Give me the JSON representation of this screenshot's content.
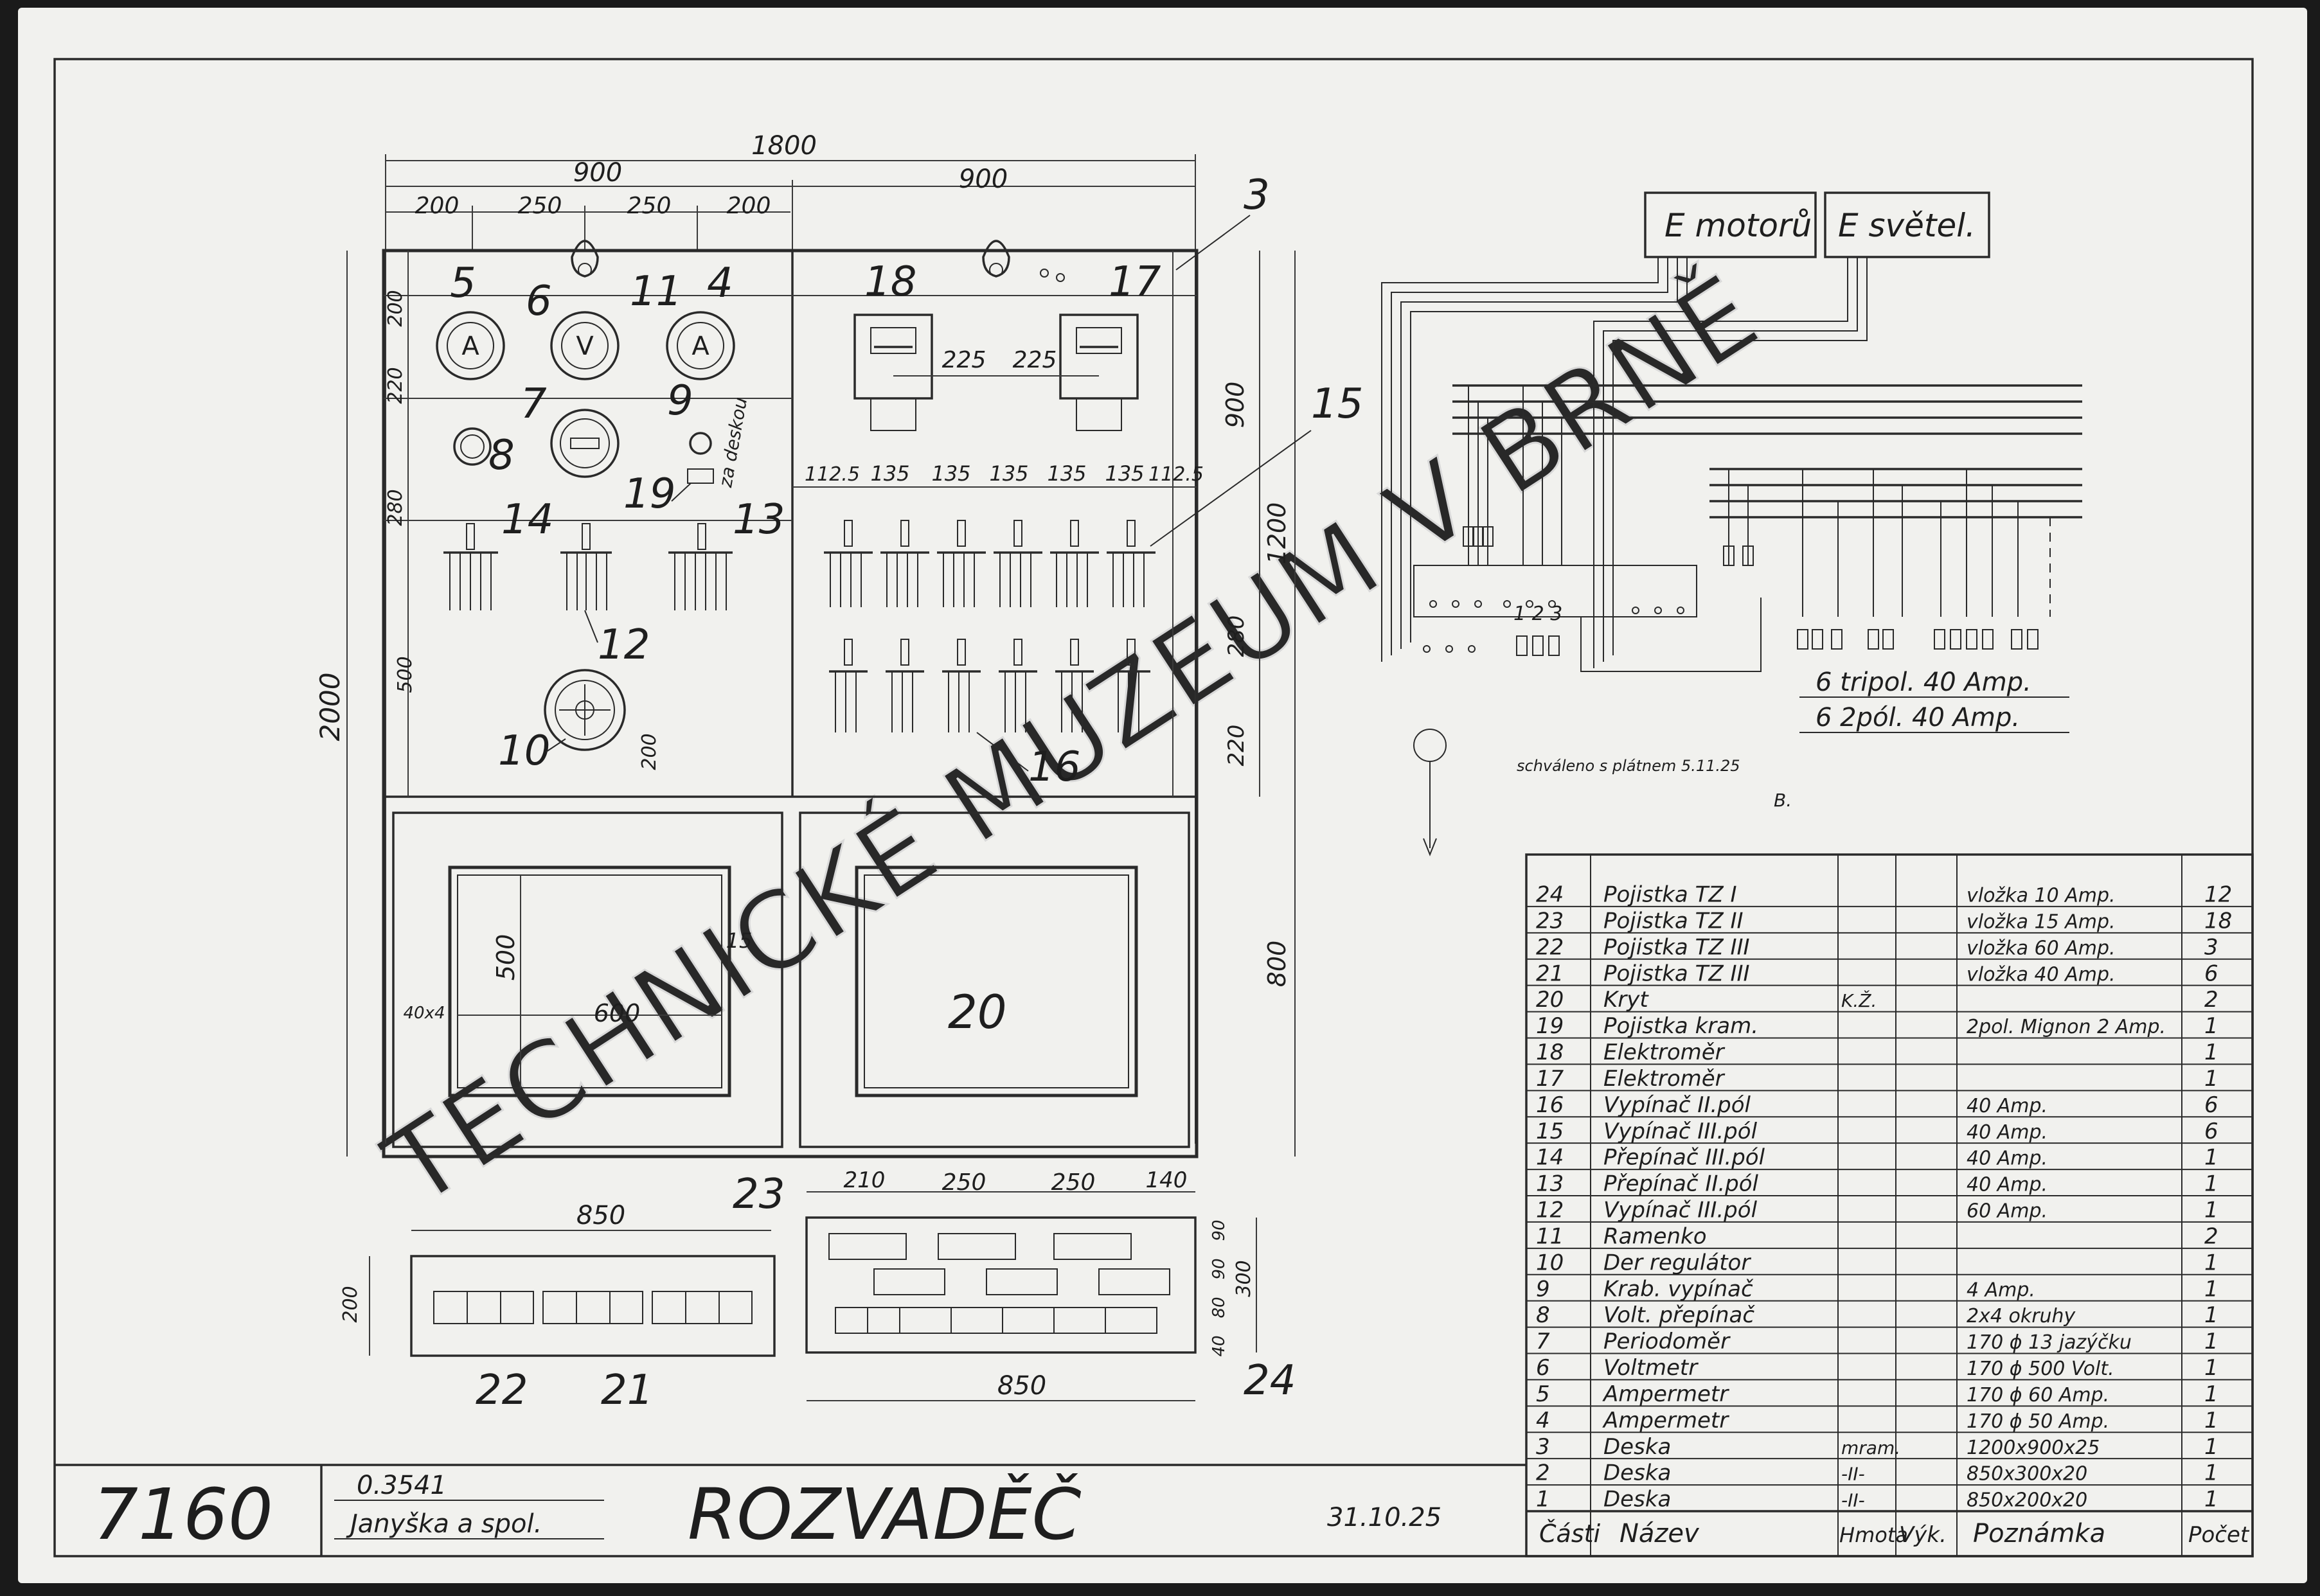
{
  "drawing": {
    "number": "7160",
    "code": "0.3541",
    "author": "Janyška a spol.",
    "title": "ROZVADĚČ",
    "date": "31.10.25"
  },
  "watermark": "TECHNICKÉ MUZEUM V BRNĚ",
  "dimensions": {
    "total_width": "1800",
    "half_left": "900",
    "half_right": "900",
    "seg_200a": "200",
    "seg_250a": "250",
    "seg_250b": "250",
    "seg_200b": "200",
    "height_total": "2000",
    "left_col_200": "200",
    "left_col_220": "220",
    "left_col_280": "280",
    "left_col_500": "500",
    "bottom_200": "200",
    "right_900": "900",
    "right_1200": "1200",
    "right_280": "280",
    "right_220": "220",
    "right_800": "800",
    "meter_gap_a": "225",
    "meter_gap_b": "225",
    "switch_112_a": "112.5",
    "switch_135_a": "135",
    "switch_135_b": "135",
    "switch_135_c": "135",
    "switch_135_d": "135",
    "switch_135_e": "135",
    "switch_112_b": "112.5",
    "door_600": "600",
    "door_500": "500",
    "door_15": "15",
    "door_40x4": "40x4",
    "fuse_850_a": "850",
    "fuse_200": "200",
    "fuse_850_b": "850",
    "fuse_210": "210",
    "fuse_250_a": "250",
    "fuse_250_b": "250",
    "fuse_140": "140",
    "fuse_90a": "90",
    "fuse_90b": "90",
    "fuse_80": "80",
    "fuse_40": "40",
    "fuse_300": "300"
  },
  "callouts": {
    "c3": "3",
    "c4": "4",
    "c5": "5",
    "c6": "6",
    "c7": "7",
    "c8": "8",
    "c9": "9",
    "c10": "10",
    "c11": "11",
    "c12": "12",
    "c13": "13",
    "c14": "14",
    "c15": "15",
    "c16": "16",
    "c17": "17",
    "c18": "18",
    "c19": "19",
    "c20": "20",
    "c21": "21",
    "c22": "22",
    "c23": "23",
    "c24": "24"
  },
  "meters": {
    "ammeter": "A",
    "voltmeter": "V",
    "ammeter2": "A",
    "meter9_note": "za deskou"
  },
  "schematic": {
    "motor_box": "E motorů",
    "light_box": "E světel.",
    "note_1": "6 tripol. 40 Amp.",
    "note_2": "6 2pól. 40 Amp.",
    "pencil_note": "schváleno s plátnem 5.11.25",
    "pencil_sign": "B.",
    "fuse_nums": "1 2 3"
  },
  "parts_table": {
    "header": {
      "part": "Části",
      "name": "Název",
      "material": "Hmota",
      "drawing": "Výk.",
      "note": "Poznámka",
      "count": "Počet"
    },
    "rows": [
      {
        "no": "24",
        "name": "Pojistka TZ I",
        "material": "",
        "note": "vložka 10 Amp.",
        "count": "12"
      },
      {
        "no": "23",
        "name": "Pojistka TZ II",
        "material": "",
        "note": "vložka 15 Amp.",
        "count": "18"
      },
      {
        "no": "22",
        "name": "Pojistka TZ III",
        "material": "",
        "note": "vložka 60 Amp.",
        "count": "3"
      },
      {
        "no": "21",
        "name": "Pojistka TZ III",
        "material": "",
        "note": "vložka 40 Amp.",
        "count": "6"
      },
      {
        "no": "20",
        "name": "Kryt",
        "material": "K.Ž.",
        "note": "",
        "count": "2"
      },
      {
        "no": "19",
        "name": "Pojistka kram.",
        "material": "",
        "note": "2pol. Mignon 2 Amp.",
        "count": "1"
      },
      {
        "no": "18",
        "name": "Elektroměr",
        "material": "",
        "note": "",
        "count": "1"
      },
      {
        "no": "17",
        "name": "Elektroměr",
        "material": "",
        "note": "",
        "count": "1"
      },
      {
        "no": "16",
        "name": "Vypínač II.pól",
        "material": "",
        "note": "40 Amp.",
        "count": "6"
      },
      {
        "no": "15",
        "name": "Vypínač III.pól",
        "material": "",
        "note": "40 Amp.",
        "count": "6"
      },
      {
        "no": "14",
        "name": "Přepínač III.pól",
        "material": "",
        "note": "40 Amp.",
        "count": "1"
      },
      {
        "no": "13",
        "name": "Přepínač II.pól",
        "material": "",
        "note": "40 Amp.",
        "count": "1"
      },
      {
        "no": "12",
        "name": "Vypínač III.pól",
        "material": "",
        "note": "60 Amp.",
        "count": "1"
      },
      {
        "no": "11",
        "name": "Ramenko",
        "material": "",
        "note": "",
        "count": "2"
      },
      {
        "no": "10",
        "name": "Der regulátor",
        "material": "",
        "note": "",
        "count": "1"
      },
      {
        "no": "9",
        "name": "Krab. vypínač",
        "material": "",
        "note": "4 Amp.",
        "count": "1"
      },
      {
        "no": "8",
        "name": "Volt. přepínač",
        "material": "",
        "note": "2x4 okruhy",
        "count": "1"
      },
      {
        "no": "7",
        "name": "Periodoměr",
        "material": "",
        "note": "170 ϕ 13 jazýčku",
        "count": "1"
      },
      {
        "no": "6",
        "name": "Voltmetr",
        "material": "",
        "note": "170 ϕ 500 Volt.",
        "count": "1"
      },
      {
        "no": "5",
        "name": "Ampermetr",
        "material": "",
        "note": "170 ϕ 60 Amp.",
        "count": "1"
      },
      {
        "no": "4",
        "name": "Ampermetr",
        "material": "",
        "note": "170 ϕ 50 Amp.",
        "count": "1"
      },
      {
        "no": "3",
        "name": "Deska",
        "material": "mram.",
        "note": "1200x900x25",
        "count": "1"
      },
      {
        "no": "2",
        "name": "Deska",
        "material": "-II-",
        "note": "850x300x20",
        "count": "1"
      },
      {
        "no": "1",
        "name": "Deska",
        "material": "-II-",
        "note": "850x200x20",
        "count": "1"
      }
    ]
  }
}
